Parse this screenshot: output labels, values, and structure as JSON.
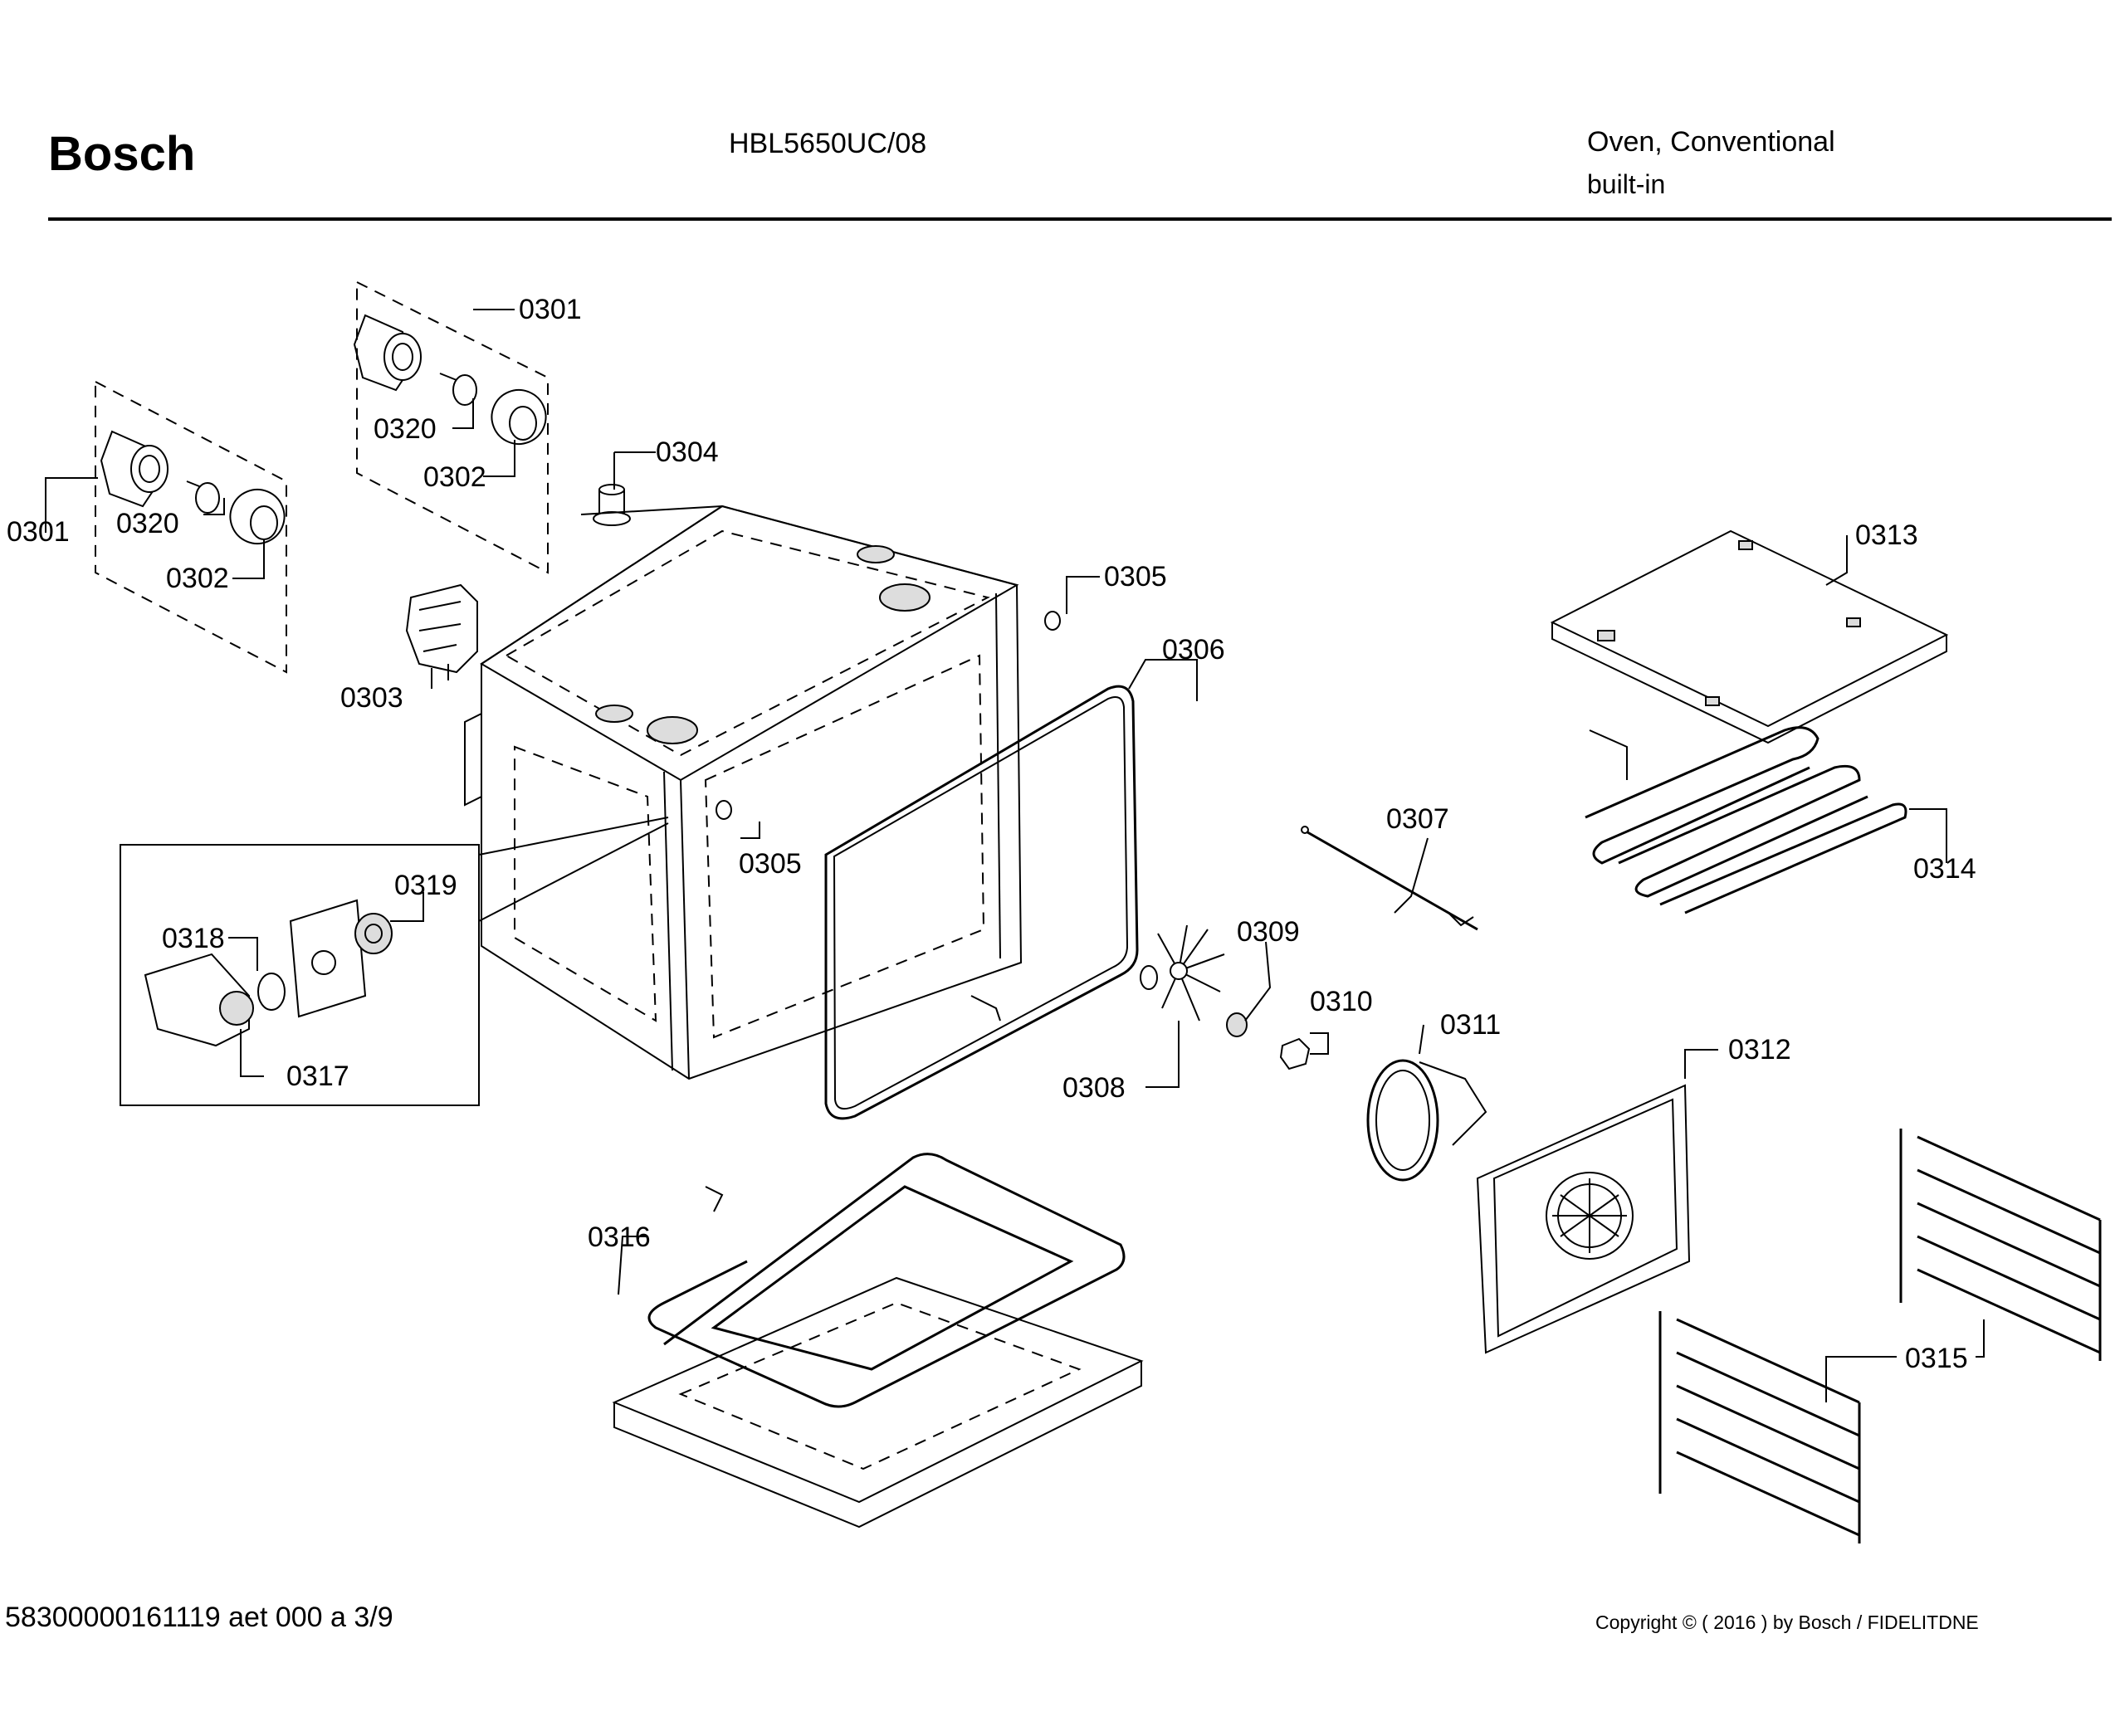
{
  "header": {
    "brand": "Bosch",
    "model": "HBL5650UC/08",
    "appliance_type": "Oven, Conventional",
    "installation": "built-in"
  },
  "footer": {
    "document_id": "58300000161119 aet 000 a 3/9",
    "copyright": "Copyright © ( 2016 ) by Bosch  / FIDELITDNE"
  },
  "callouts": {
    "c0301a": "0301",
    "c0301b": "0301",
    "c0302a": "0302",
    "c0302b": "0302",
    "c0303": "0303",
    "c0304": "0304",
    "c0305a": "0305",
    "c0305b": "0305",
    "c0306": "0306",
    "c0307": "0307",
    "c0308": "0308",
    "c0309": "0309",
    "c0310": "0310",
    "c0311": "0311",
    "c0312": "0312",
    "c0313": "0313",
    "c0314": "0314",
    "c0315": "0315",
    "c0316": "0316",
    "c0317": "0317",
    "c0318": "0318",
    "c0319": "0319",
    "c0320a": "0320",
    "c0320b": "0320"
  }
}
